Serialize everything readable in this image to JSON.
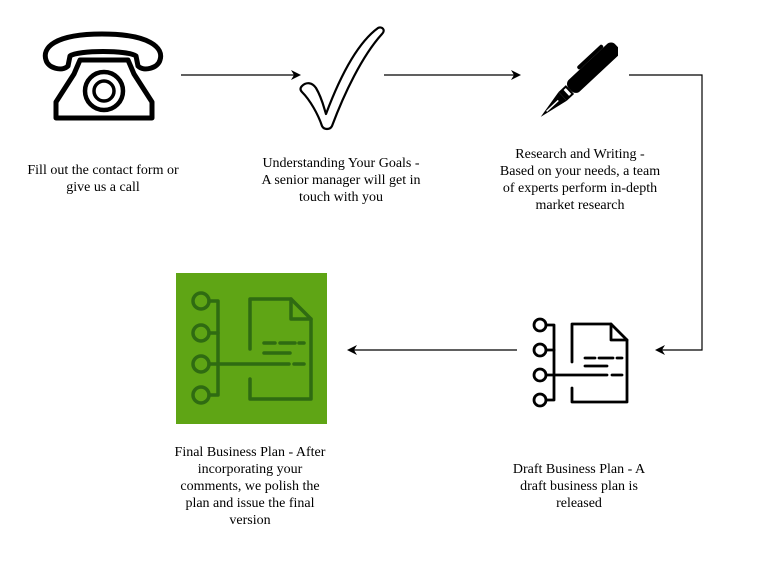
{
  "steps": [
    {
      "id": "contact",
      "icon": "telephone-icon",
      "label": "Fill out the contact form or\ngive us a call"
    },
    {
      "id": "goals",
      "icon": "checkmark-icon",
      "label": "Understanding Your Goals -\nA senior manager will get in\ntouch with you"
    },
    {
      "id": "research",
      "icon": "pen-icon",
      "label": "Research and Writing -\nBased on your needs, a team\nof experts perform in-depth\nmarket research"
    },
    {
      "id": "draft",
      "icon": "document-flow-icon",
      "label": "Draft Business Plan - A\ndraft business plan is\nreleased"
    },
    {
      "id": "final",
      "icon": "document-flow-icon",
      "label": "Final Business Plan - After\nincorporating your\ncomments, we polish the\nplan and issue the final\nversion"
    }
  ],
  "colors": {
    "tile_background": "#5fa515",
    "tile_icon": "#2f6b12",
    "stroke": "#000000"
  }
}
